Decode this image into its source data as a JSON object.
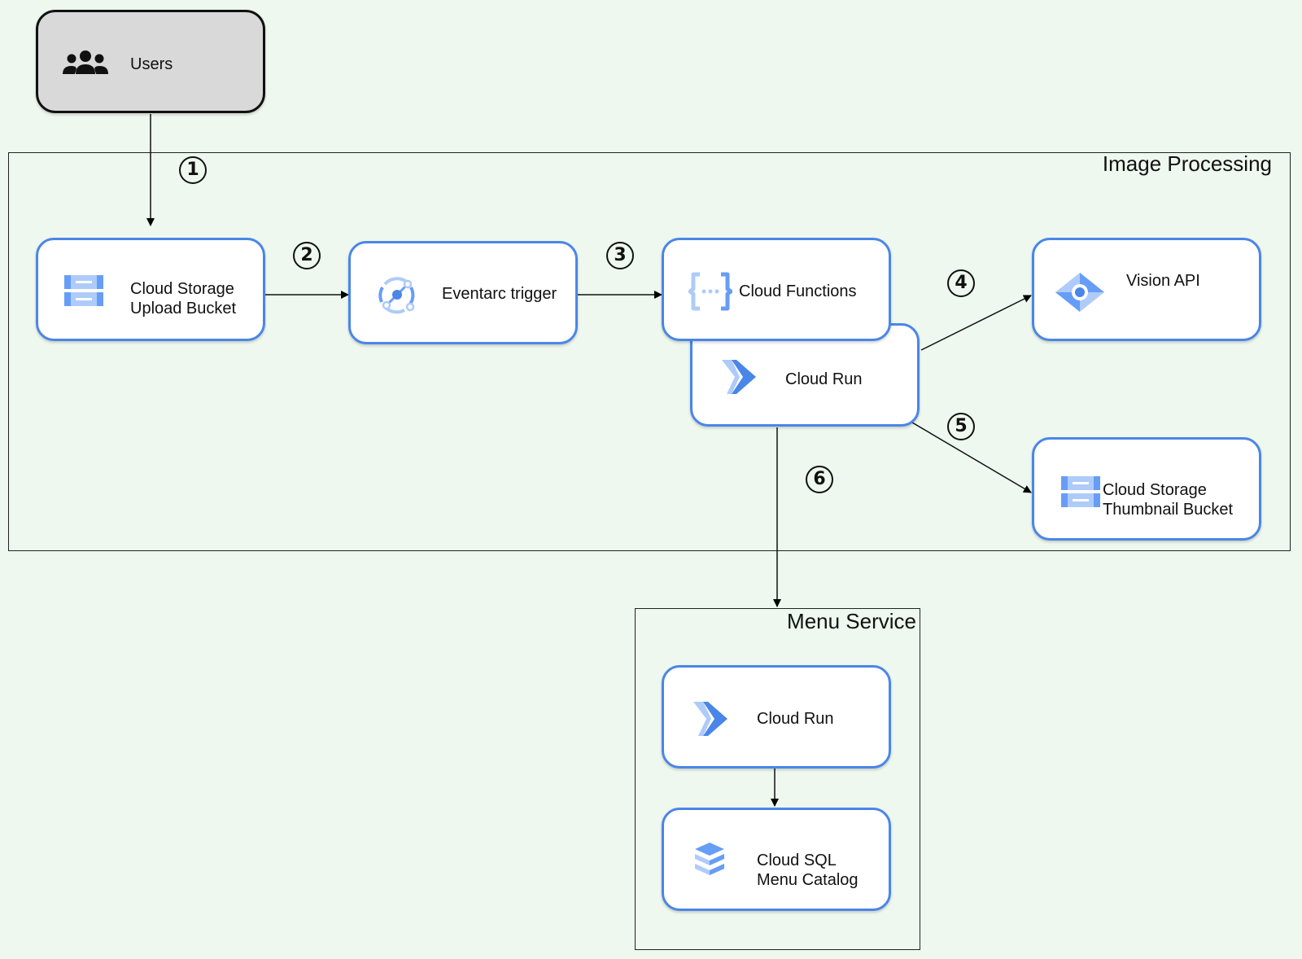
{
  "groups": {
    "image_processing": {
      "title": "Image Processing"
    },
    "menu_service": {
      "title": "Menu Service"
    }
  },
  "nodes": {
    "users": {
      "label": "Users",
      "icon": "users-icon"
    },
    "upload_bucket": {
      "line1": "Cloud Storage",
      "line2": "Upload Bucket",
      "icon": "cloud-storage-icon"
    },
    "eventarc": {
      "label": "Eventarc trigger",
      "icon": "eventarc-icon"
    },
    "cloud_functions": {
      "label": "Cloud Functions",
      "icon": "cloud-functions-icon"
    },
    "cloud_run_processing": {
      "label": "Cloud Run",
      "icon": "cloud-run-icon"
    },
    "vision_api": {
      "label": "Vision API",
      "icon": "vision-api-icon"
    },
    "thumbnail_bucket": {
      "line1": "Cloud Storage",
      "line2": "Thumbnail Bucket",
      "icon": "cloud-storage-icon"
    },
    "cloud_run_menu": {
      "label": "Cloud Run",
      "icon": "cloud-run-icon"
    },
    "cloud_sql": {
      "line1": "Cloud SQL",
      "line2": "Menu Catalog",
      "icon": "cloud-sql-icon"
    }
  },
  "steps": [
    "1",
    "2",
    "3",
    "4",
    "5",
    "6"
  ],
  "colors": {
    "accent": "#4a86e8",
    "icon_light": "#aecbfa",
    "users_fill": "#d9d9d9",
    "background": "#eef8ee"
  }
}
